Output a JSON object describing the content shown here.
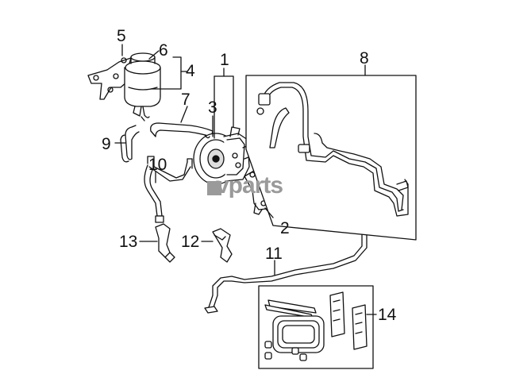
{
  "diagram": {
    "watermark": "vparts",
    "callouts": [
      "1",
      "2",
      "3",
      "4",
      "5",
      "6",
      "7",
      "8",
      "9",
      "10",
      "11",
      "12",
      "13",
      "14"
    ],
    "colors": {
      "line": "#111111",
      "fill": "#ffffff",
      "shade": "#d8d8d8",
      "watermark": "#9a9a9a"
    }
  }
}
